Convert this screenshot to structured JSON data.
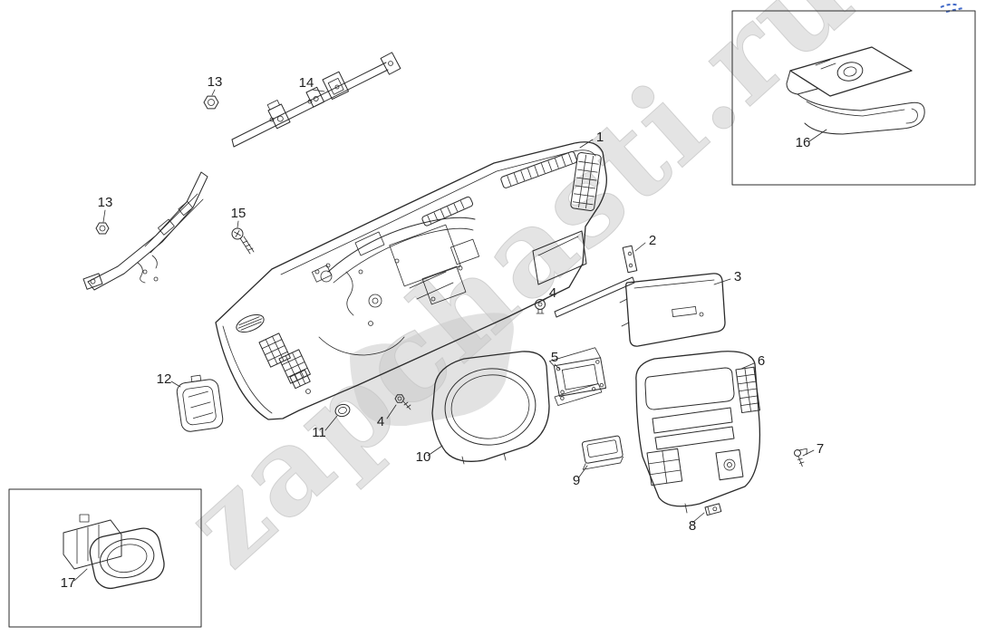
{
  "watermark": {
    "text": "zapchasti.ru"
  },
  "colors": {
    "line": "#2b2b2b",
    "watermark_fill": "#cdcdcd",
    "shade_gray": "#c6c6c6",
    "scribble_blue": "#4169c8"
  },
  "callouts": [
    {
      "label": "13"
    },
    {
      "label": "14"
    },
    {
      "label": "1"
    },
    {
      "label": "13"
    },
    {
      "label": "15"
    },
    {
      "label": "2"
    },
    {
      "label": "3"
    },
    {
      "label": "4"
    },
    {
      "label": "12"
    },
    {
      "label": "5"
    },
    {
      "label": "6"
    },
    {
      "label": "11"
    },
    {
      "label": "4"
    },
    {
      "label": "10"
    },
    {
      "label": "9"
    },
    {
      "label": "7"
    },
    {
      "label": "8"
    },
    {
      "label": "16"
    },
    {
      "label": "17"
    }
  ]
}
